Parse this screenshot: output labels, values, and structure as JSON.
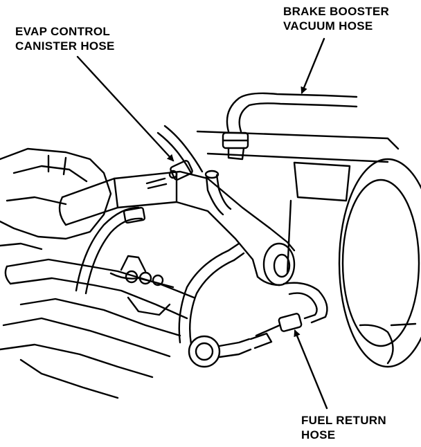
{
  "callouts": {
    "evap_canister_hose": {
      "line1": "EVAP CONTROL",
      "line2": "CANISTER HOSE"
    },
    "brake_booster_vacuum_hose": {
      "line1": "BRAKE BOOSTER",
      "line2": "VACUUM HOSE"
    },
    "fuel_return_hose": {
      "line1": "FUEL RETURN",
      "line2": "HOSE"
    }
  },
  "colors": {
    "ink": "#000000",
    "paper": "#ffffff"
  }
}
